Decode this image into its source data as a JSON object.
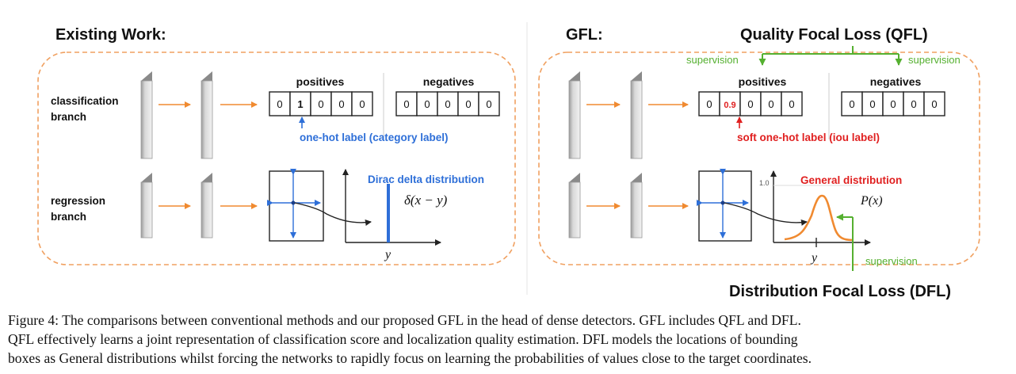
{
  "left_panel": {
    "title": "Existing Work:",
    "row_labels": {
      "classification": [
        "classification",
        "branch"
      ],
      "regression": [
        "regression",
        "branch"
      ]
    },
    "positives_label": "positives",
    "negatives_label": "negatives",
    "positives_cells": [
      "0",
      "1",
      "0",
      "0",
      "0"
    ],
    "negatives_cells": [
      "0",
      "0",
      "0",
      "0",
      "0"
    ],
    "label_note": "one-hot label (category label)",
    "dist_title": "Dirac delta distribution",
    "dist_formula": "δ(x − y)",
    "axis_label": "y"
  },
  "right_panel": {
    "title": "GFL:",
    "qfl_title": "Quality Focal Loss (QFL)",
    "dfl_title": "Distribution Focal Loss (DFL)",
    "supervision_left": "supervision",
    "supervision_right": "supervision",
    "supervision_bottom": "supervision",
    "positives_label": "positives",
    "negatives_label": "negatives",
    "positives_cells": [
      "0",
      "0.9",
      "0",
      "0",
      "0"
    ],
    "negatives_cells": [
      "0",
      "0",
      "0",
      "0",
      "0"
    ],
    "label_note": "soft one-hot label (iou label)",
    "dist_title": "General distribution",
    "dist_formula": "P(x)",
    "axis_tick_top": "1.0",
    "axis_label": "y"
  },
  "colors": {
    "dashed_border": "#f0a060",
    "arrow_orange": "#f08a30",
    "blue": "#2e6fd8",
    "red": "#e02020",
    "green": "#55b030",
    "curve": "#f08a30"
  },
  "caption": [
    "Figure 4: The comparisons between conventional methods and our proposed GFL in the head of dense detectors. GFL includes QFL and DFL.",
    "QFL effectively learns a joint representation of classification score and localization quality estimation. DFL models the locations of bounding",
    "boxes as General distributions whilst forcing the networks to rapidly focus on learning the probabilities of values close to the target coordinates."
  ]
}
